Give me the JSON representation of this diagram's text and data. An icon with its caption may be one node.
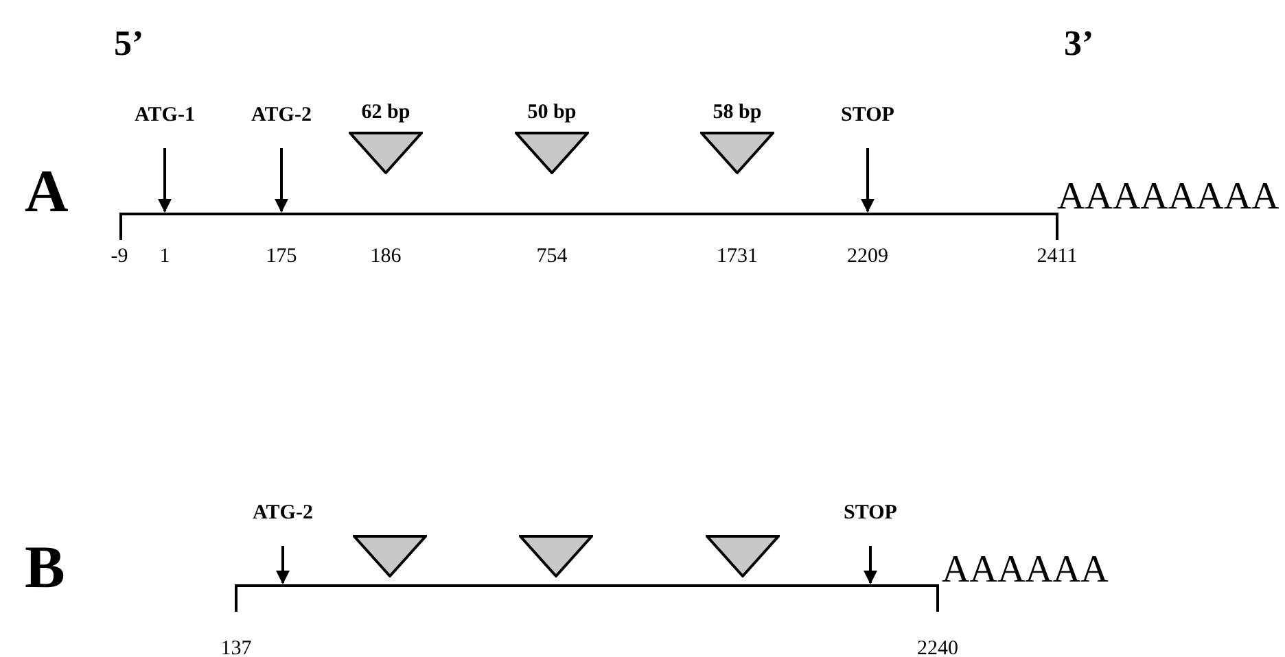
{
  "diagram": {
    "nodes": [
      {
        "text": [
          "ATG-1"
        ]
      },
      {
        "text": [
          "ATG-2"
        ]
      },
      {
        "text": [
          "62 bp"
        ]
      },
      {
        "text": [
          "50 bp"
        ]
      },
      {
        "text": [
          "58 bp"
        ]
      },
      {
        "text": [
          "STOP"
        ]
      },
      {
        "text": [],
        "shape": "bar"
      },
      {
        "text": [
          "ATG-2"
        ]
      },
      {
        "text": [],
        "shape": "triangle"
      },
      {
        "text": [],
        "shape": "triangle"
      },
      {
        "text": [],
        "shape": "triangle"
      },
      {
        "text": [
          "STOP"
        ]
      },
      {
        "text": [],
        "shape": "bar"
      }
    ],
    "edges": [
      {
        "from": 0,
        "to": 6,
        "arrow": "to"
      },
      {
        "from": 1,
        "to": 6,
        "arrow": "to"
      },
      {
        "from": 5,
        "to": 6,
        "arrow": "to"
      },
      {
        "from": 7,
        "to": 12,
        "arrow": "to"
      },
      {
        "from": 11,
        "to": 12,
        "arrow": "to"
      }
    ],
    "labels": [
      "5’",
      "3’",
      "A",
      "AAAAAAAA",
      "-9",
      "1",
      "175",
      "186",
      "754",
      "1731",
      "2209",
      "2411",
      "B",
      "AAAAAA",
      "137",
      "2240"
    ]
  }
}
